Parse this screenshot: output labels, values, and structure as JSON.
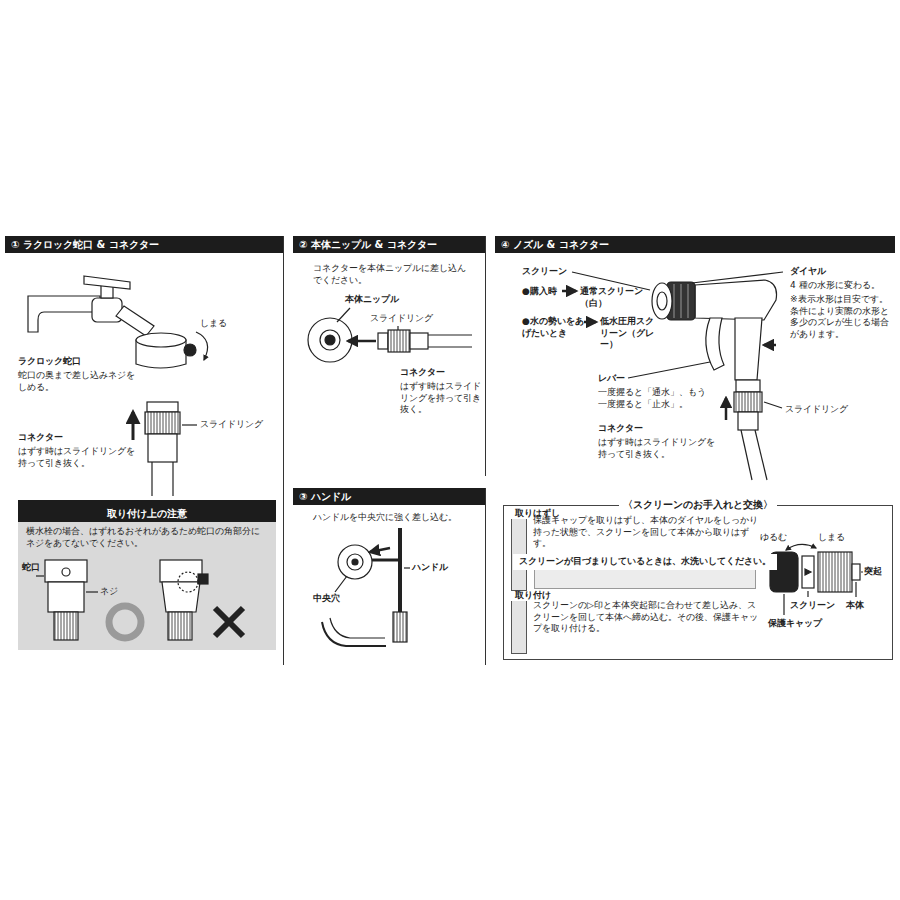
{
  "diagram": {
    "nodes": [
      {
        "text": [
          "① ラクロック蛇口 & コネクター"
        ]
      },
      {
        "text": [
          "取り付け上の注意",
          "横水栓の場合、はずれるおそれがあるため蛇口の角部分にネジをあてないでください。"
        ],
        "in": 0
      },
      {
        "text": [
          "② 本体ニップル & コネクター"
        ]
      },
      {
        "text": [
          "③ ハンドル"
        ]
      },
      {
        "text": [
          "④ ノズル & コネクター"
        ]
      },
      {
        "text": [
          "〈スクリーンのお手入れと交換〉"
        ]
      },
      {
        "text": [
          "取りはずし"
        ],
        "in": 5
      },
      {
        "text": [
          "スクリーンが目づまりしているときは、水洗いしてください。"
        ],
        "in": 5
      },
      {
        "text": [
          "取り付け"
        ],
        "in": 5
      }
    ],
    "labels": [
      "しまる",
      "ラクロック蛇口",
      "蛇口の奥まで差し込みネジをしめる。",
      "スライドリング",
      "コネクター",
      "はずす時はスライドリングを持って引き抜く。",
      "蛇口",
      "ネジ",
      "コネクターを本体ニップルに差し込んでください。",
      "本体ニップル",
      "スライドリング",
      "コネクター",
      "はずす時はスライドリングを持って引き抜く。",
      "ハンドルを中央穴に強く差し込む。",
      "ハンドル",
      "中央穴",
      "スクリーン",
      "●購入時",
      "通常スクリーン（白）",
      "●水の勢いをあげたいとき",
      "低水圧用スクリーン（グレー）",
      "ダイヤル",
      "4 種の水形に変わる。",
      "※表示水形は目安です。条件により実際の水形と多少のズレが生じる場合があります。",
      "レバー",
      "一度握ると「通水」、もう一度握ると「止水」。",
      "スライドリング",
      "コネクター",
      "はずす時はスライドリングを持って引き抜く。",
      "保護キャップを取りはずし、本体のダイヤルをしっかり持った状態で、スクリーンを回して本体から取りはずす。",
      "スクリーンの▷印と本体突起部に合わせて差し込み、スクリーンを回して本体へ締め込む。その後、保護キャップを取り付ける。",
      "ゆるむ",
      "しまる",
      "突起",
      "スクリーン",
      "保護キャップ",
      "本体"
    ]
  }
}
